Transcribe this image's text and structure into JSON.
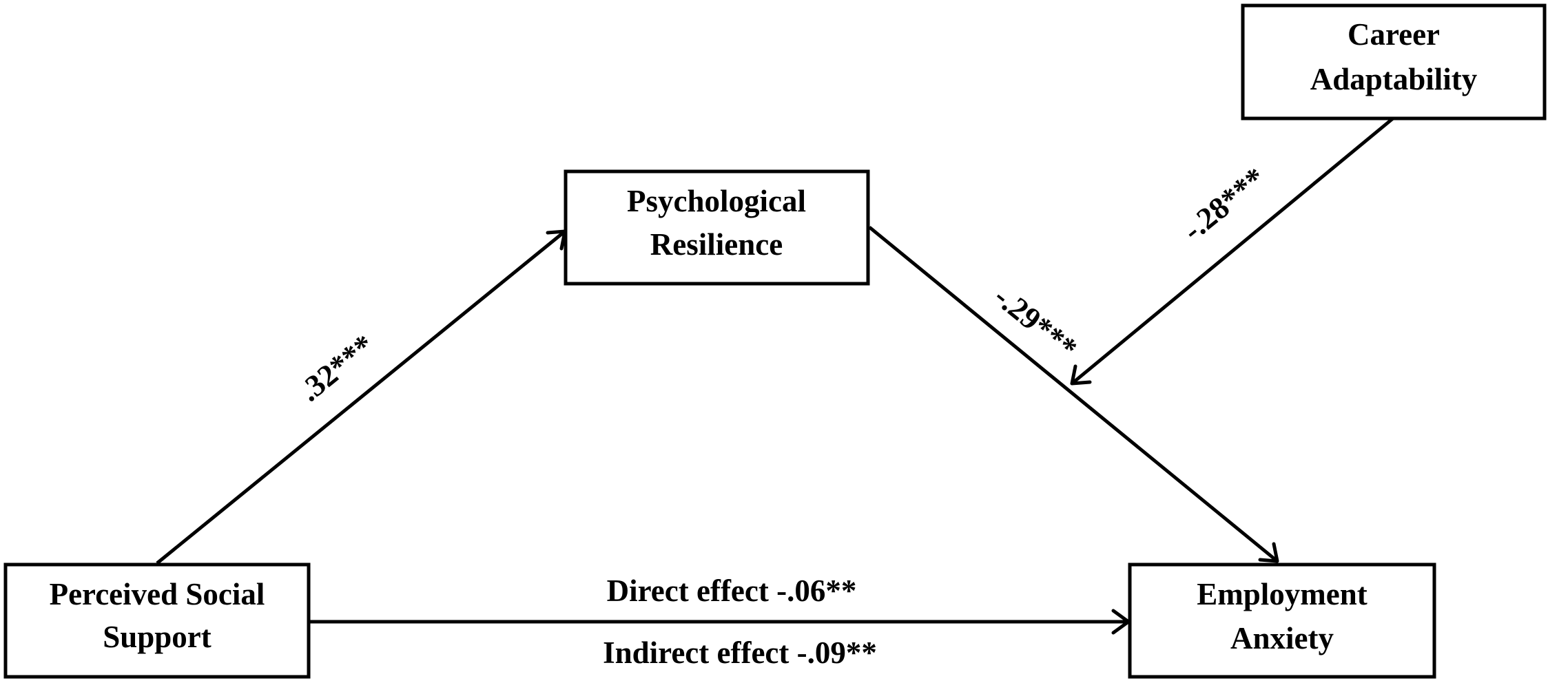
{
  "nodes": {
    "career_adaptability": {
      "line1": "Career",
      "line2": "Adaptability"
    },
    "psychological_resilience": {
      "line1": "Psychological",
      "line2": "Resilience"
    },
    "perceived_social_support": {
      "line1": "Perceived Social",
      "line2": "Support"
    },
    "employment_anxiety": {
      "line1": "Employment",
      "line2": "Anxiety"
    }
  },
  "paths": {
    "support_to_resilience": ".32***",
    "resilience_to_anxiety": "-.29***",
    "adaptability_moderation": "-.28***",
    "direct_effect": "Direct effect -.06**",
    "indirect_effect": "Indirect effect -.09**"
  }
}
